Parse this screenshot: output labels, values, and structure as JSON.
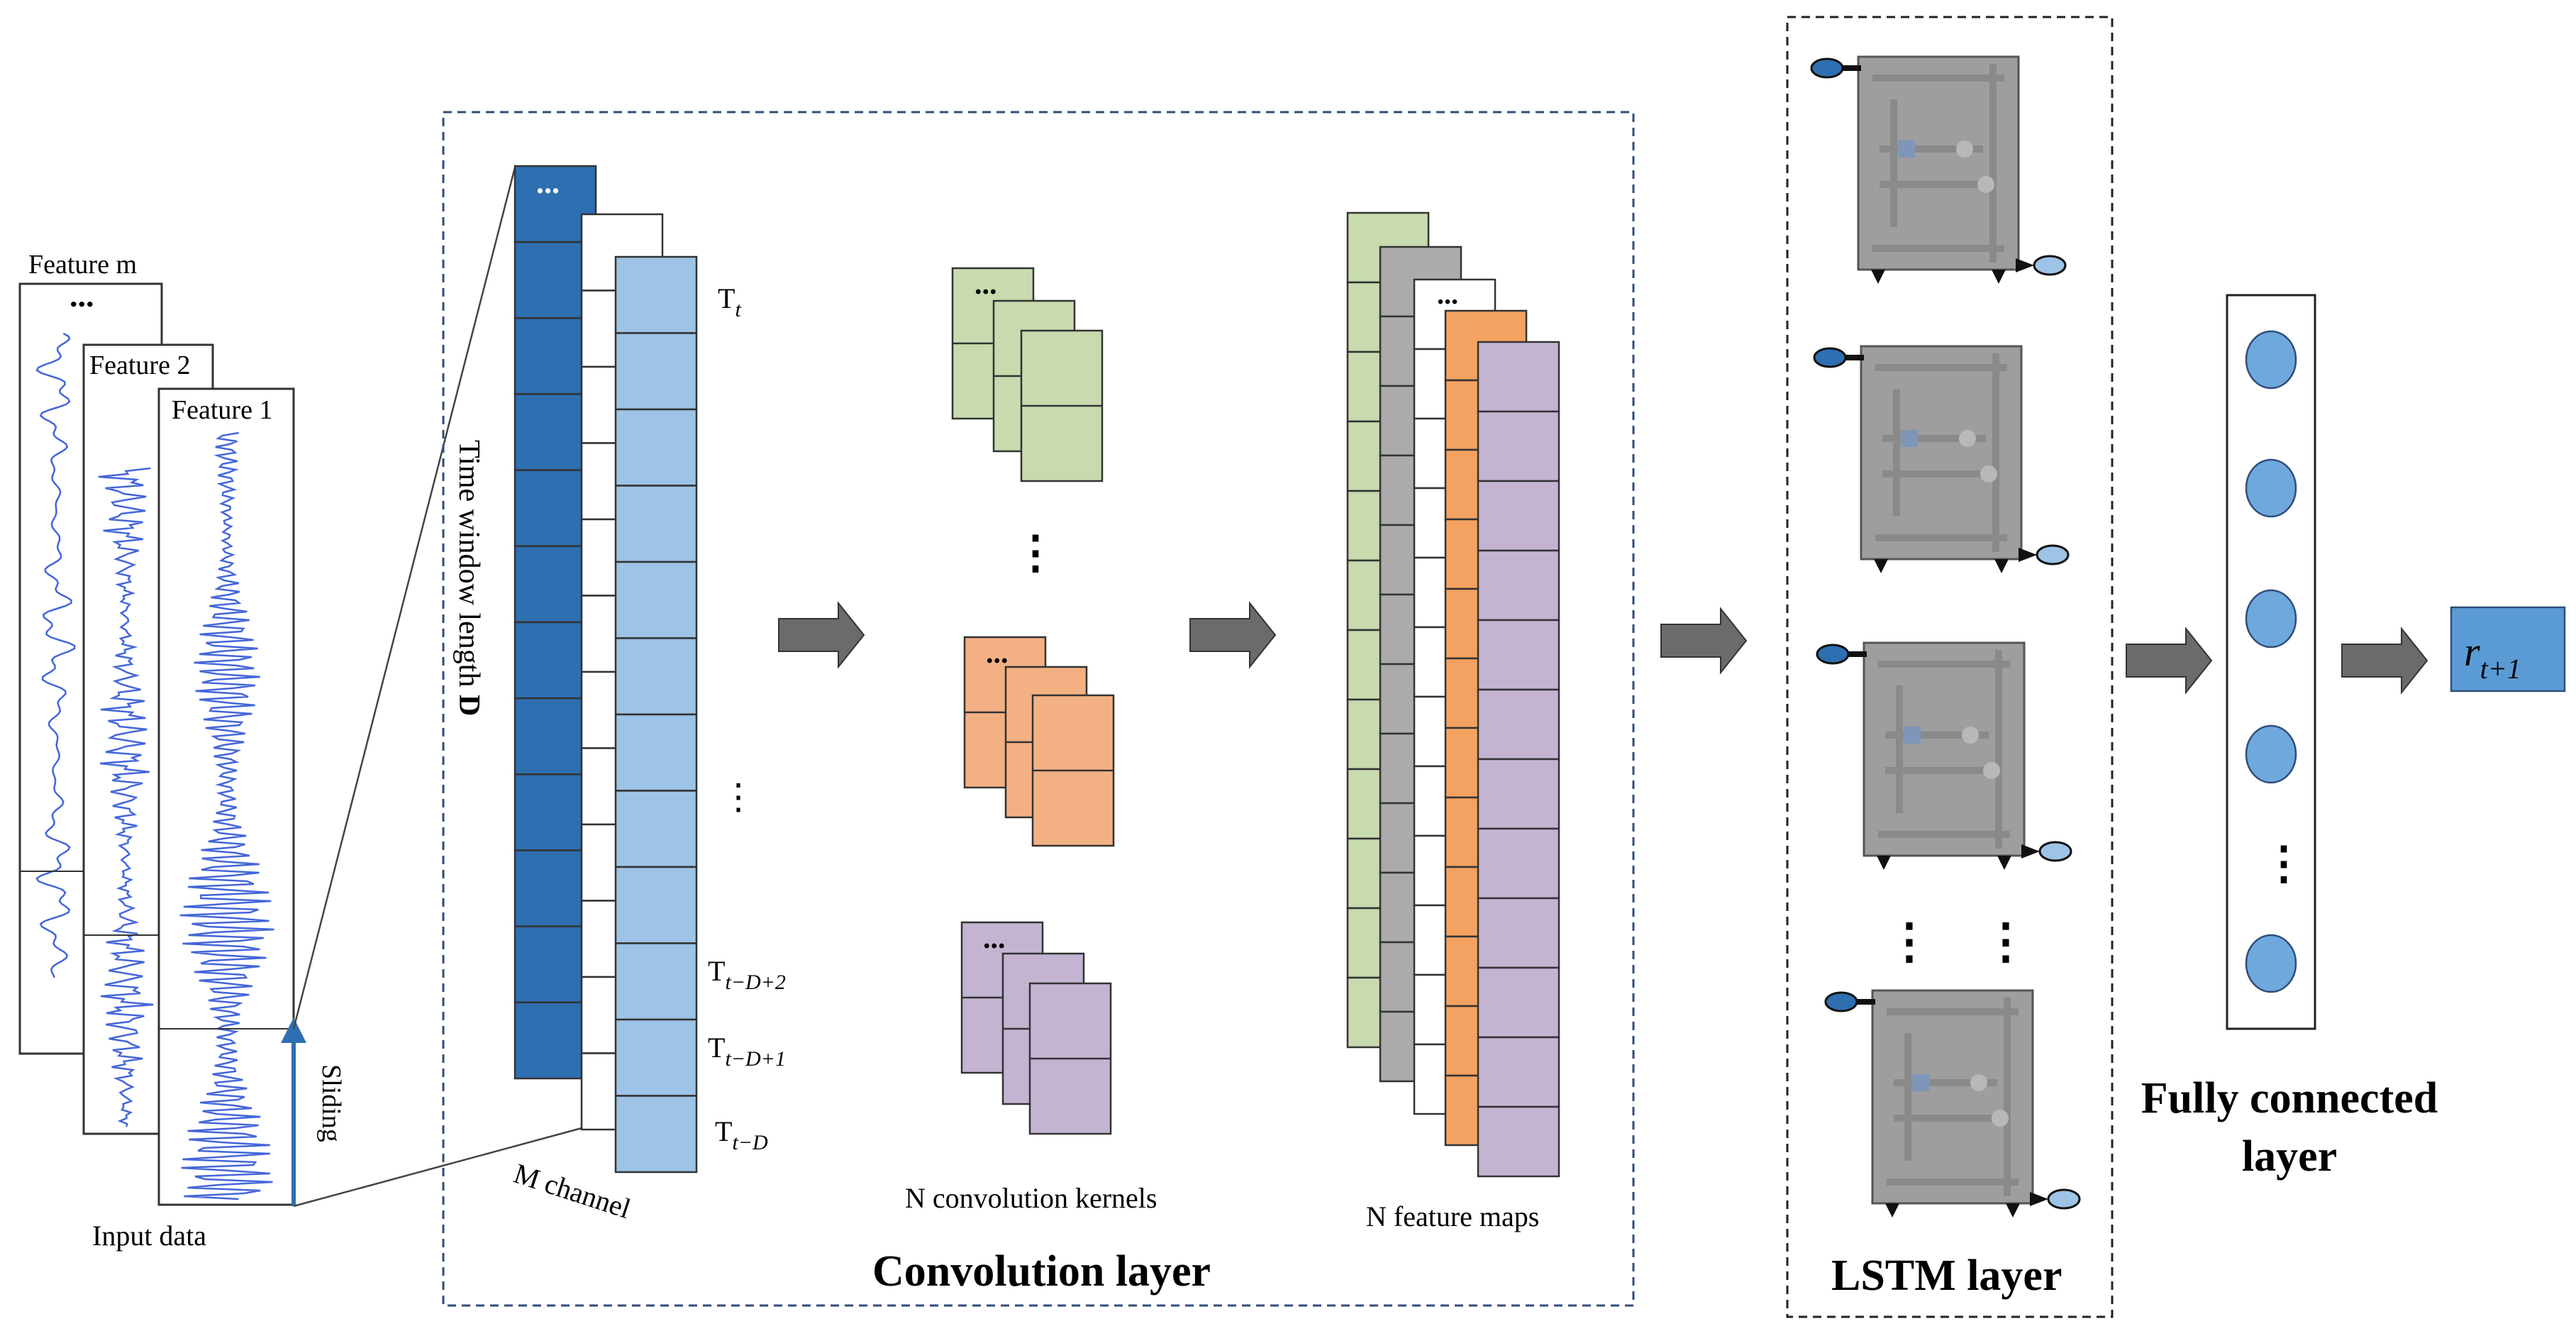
{
  "input": {
    "features": [
      "Feature m",
      "Feature 2",
      "Feature 1"
    ],
    "ellipsis": "...",
    "caption": "Input data",
    "sliding_label": "Sliding"
  },
  "window": {
    "time_window_label": "Time window length ",
    "time_window_var": "D",
    "m_channel_label": "M channel",
    "top_dots": "...",
    "t_labels": [
      {
        "base": "T",
        "sub": "t"
      },
      {
        "base": "T",
        "sub": "t−D+2"
      },
      {
        "base": "T",
        "sub": "t−D+1"
      },
      {
        "base": "T",
        "sub": "t−D"
      }
    ],
    "vertical_dots": "⋮"
  },
  "convolution": {
    "title": "Convolution layer",
    "kernels_caption": "N convolution kernels",
    "maps_caption": "N feature maps",
    "kernel_dots": "...",
    "map_dots": "...",
    "vertical_dots": "⋮"
  },
  "lstm": {
    "title": "LSTM layer",
    "vertical_dots": "⋮"
  },
  "fully_connected": {
    "title_line1": "Fully connected",
    "title_line2": "layer",
    "vertical_dots": "⋮"
  },
  "output": {
    "base": "r",
    "sub": "t+1"
  },
  "colors": {
    "dark_blue": "#2E6FB1",
    "light_blue": "#9DC3E6",
    "green": "#C8DAAE",
    "gray": "#ABABAB",
    "orange": "#F4A261",
    "light_orange": "#F3B183",
    "purple": "#C3B5D2",
    "output_box": "#5B9BD5",
    "fc_node": "#6FA8DC",
    "arrow": "#6B6B6B",
    "dashed_border": "#2F4D7A",
    "lstm_cell": "#9E9E9E",
    "wave": "#4466D8"
  }
}
